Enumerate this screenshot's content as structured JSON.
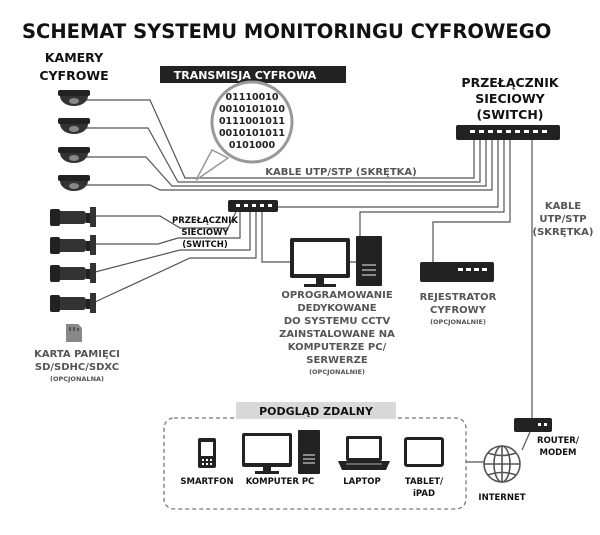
{
  "title": "SCHEMAT SYSTEMU MONITORINGU CYFROWEGO",
  "cameras": {
    "label_line1": "KAMERY",
    "label_line2": "CYFROWE"
  },
  "transmission": {
    "label": "TRANSMISJA CYFROWA",
    "binary": [
      "01110010",
      "0010101010",
      "0111001011",
      "0010101011",
      "0101000"
    ]
  },
  "cable_label": "KABLE UTP/STP (SKRĘTKA)",
  "main_switch": {
    "line1": "PRZEŁĄCZNIK",
    "line2": "SIECIOWY",
    "line3": "(SWITCH)"
  },
  "small_switch": {
    "line1": "PRZEŁĄCZNIK",
    "line2": "SIECIOWY",
    "line3": "(SWITCH)"
  },
  "right_cable": {
    "line1": "KABLE",
    "line2": "UTP/STP",
    "line3": "(SKRĘTKA)"
  },
  "software": {
    "lines": [
      "OPROGRAMOWANIE",
      "DEDYKOWANE",
      "DO SYSTEMU CCTV",
      "ZAINSTALOWANE NA",
      "KOMPUTERZE PC/",
      "SERWERZE"
    ],
    "optional": "(OPCJONALNIE)"
  },
  "recorder": {
    "line1": "REJESTRATOR",
    "line2": "CYFROWY",
    "optional": "(OPCJONALNIE)"
  },
  "memory_card": {
    "line1": "KARTA PAMIĘCI",
    "line2": "SD/SDHC/SDXC",
    "optional": "(OPCJONALNA)"
  },
  "remote": {
    "label": "PODGLĄD ZDALNY",
    "devices": [
      "SMARTFON",
      "KOMPUTER PC",
      "LAPTOP",
      "TABLET/",
      "iPAD"
    ]
  },
  "router": {
    "line1": "ROUTER/",
    "line2": "MODEM"
  },
  "internet": "INTERNET",
  "colors": {
    "dark": "#222222",
    "line": "#555555",
    "grey_box": "#d9d9d9",
    "text_grey": "#666666"
  }
}
